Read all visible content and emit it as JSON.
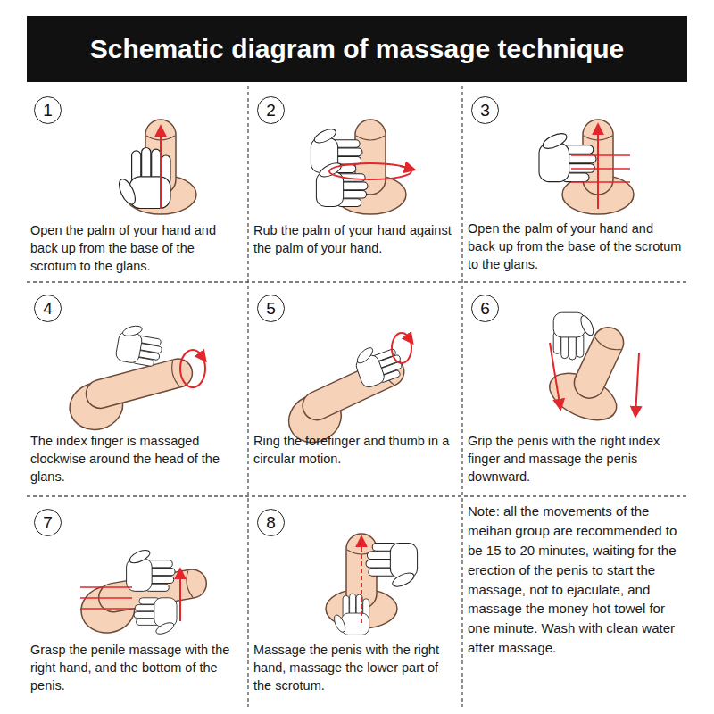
{
  "diagram": {
    "title": "Schematic diagram of massage technique",
    "nodes": [
      {
        "text": [
          "Open the palm of your hand and back up from the base of the scrotum to the glans."
        ]
      },
      {
        "text": [
          "1"
        ],
        "in": 0
      },
      {
        "text": [
          "Rub the palm of your hand against the palm of your hand."
        ]
      },
      {
        "text": [
          "2"
        ],
        "in": 2
      },
      {
        "text": [
          "Open the palm of your hand and back up from the base of the scrotum to the glans."
        ]
      },
      {
        "text": [
          "3"
        ],
        "in": 4
      },
      {
        "text": [
          "The index finger is massaged clockwise around the head of the glans."
        ]
      },
      {
        "text": [
          "4"
        ],
        "in": 6
      },
      {
        "text": [
          "Ring the forefinger and thumb in a circular motion."
        ]
      },
      {
        "text": [
          "5"
        ],
        "in": 8
      },
      {
        "text": [
          "Grip the penis with the right index finger and massage the penis downward."
        ]
      },
      {
        "text": [
          "6"
        ],
        "in": 10
      },
      {
        "text": [
          "Grasp the penile massage with the right hand, and the bottom of the penis."
        ]
      },
      {
        "text": [
          "7"
        ],
        "in": 12
      },
      {
        "text": [
          "Massage the penis with the right hand, massage the lower part of the scrotum."
        ]
      },
      {
        "text": [
          "8"
        ],
        "in": 14
      },
      {
        "text": [
          "Note: all the movements of the meihan group are recommended to be 15 to 20 minutes, waiting for the erection of the penis to start the massage, not to ejaculate, and massage the money hot towel for one minute. Wash with clean water after massage."
        ]
      }
    ]
  }
}
